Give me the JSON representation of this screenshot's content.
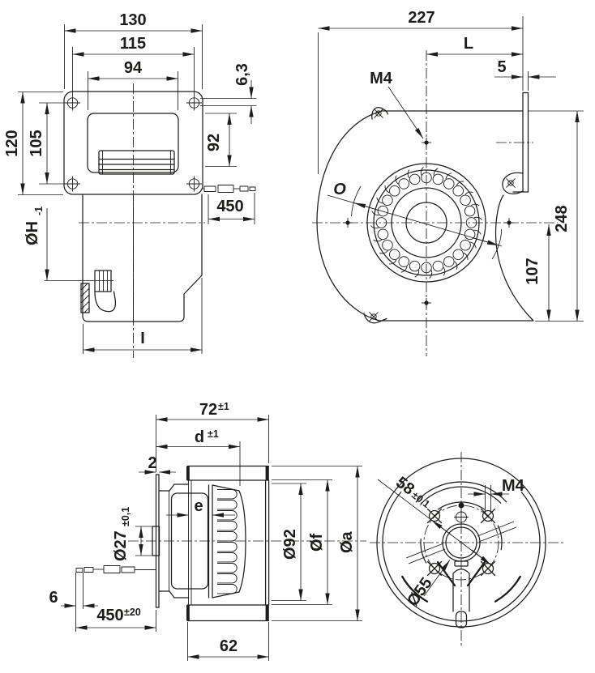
{
  "colors": {
    "line": "#1d1d1b",
    "background": "#ffffff"
  },
  "views": {
    "front": {
      "dims": {
        "outer_width": "130",
        "hole_pitch_h": "115",
        "inlet_width": "94",
        "hole_dia": "6,3",
        "outer_height": "120",
        "hole_pitch_v": "105",
        "inlet_height": "92",
        "cable_length": "450",
        "body_dia": "ØH",
        "body_dia_sub": "-1",
        "depth": "I"
      }
    },
    "side": {
      "dims": {
        "total_width": "227",
        "axis_to_flange": "L",
        "flange_thickness": "5",
        "screw_thread": "M4",
        "inlet_dia": "O",
        "total_height": "248",
        "axis_to_base": "107"
      }
    },
    "motor_side": {
      "dims": {
        "depth_total": "72",
        "depth_total_tol": "±1",
        "depth_d": "d",
        "depth_d_tol": "±1",
        "flange_gap": "2",
        "blade_offset": "e",
        "boss_dia": "Ø27",
        "boss_dia_tol": "±0,1",
        "impeller_dia": "Ø92",
        "housing_inner_dia": "Øf",
        "housing_outer_dia": "Øa",
        "wire_strip": "6",
        "cable_length": "450",
        "cable_length_tol": "±20",
        "scroll_depth": "62"
      }
    },
    "rear": {
      "dims": {
        "screw_thread": "M4",
        "bolt_circle": "58",
        "bolt_circle_tol": "±0,1",
        "hub_dia": "Ø55"
      }
    }
  }
}
